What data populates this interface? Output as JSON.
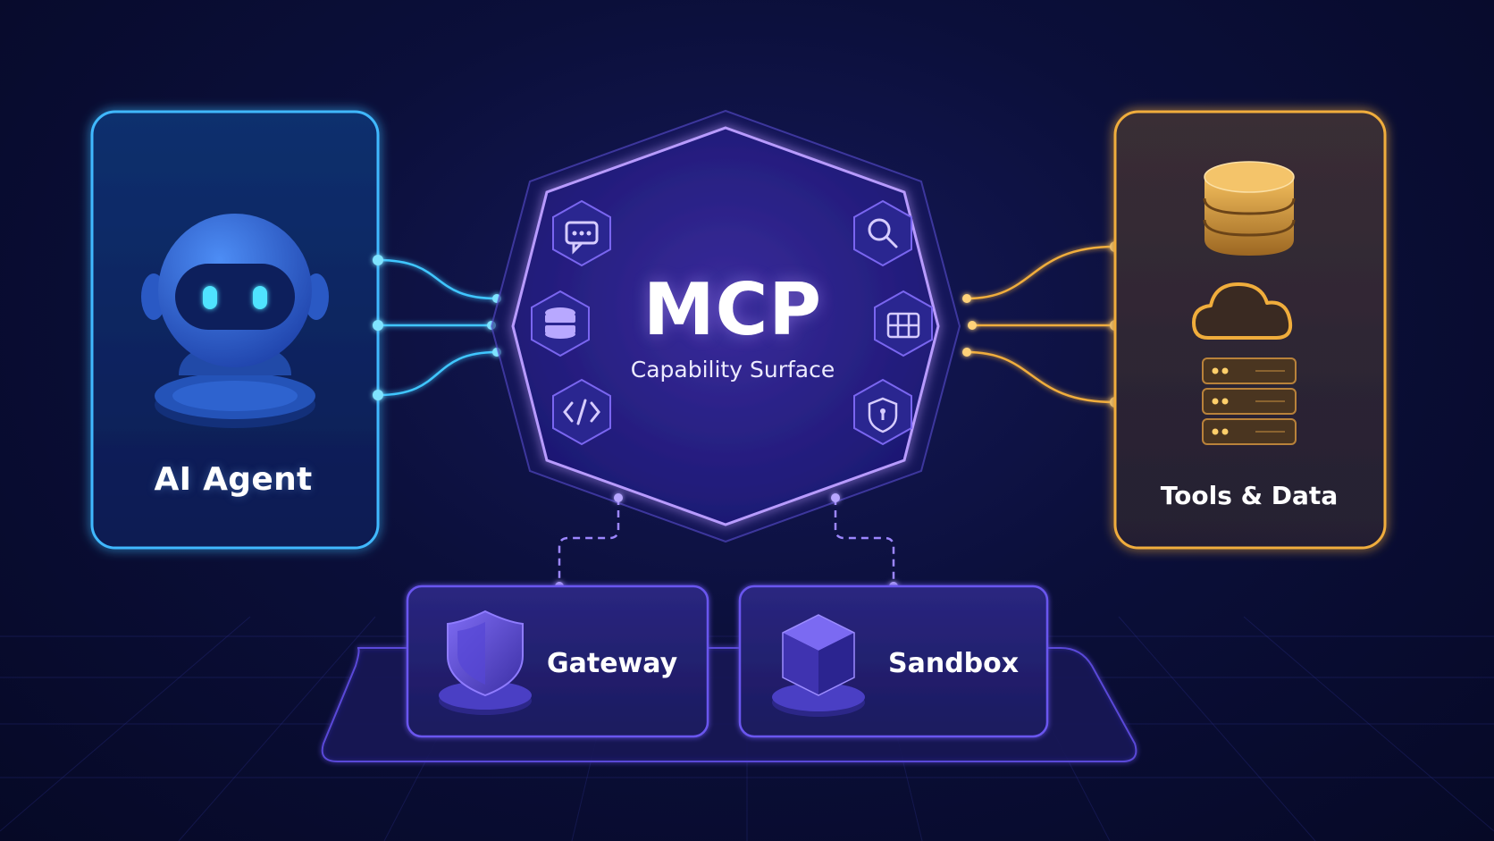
{
  "nodes": {
    "agent": {
      "label": "AI Agent"
    },
    "mcp": {
      "title": "MCP",
      "subtitle": "Capability Surface"
    },
    "tools": {
      "label": "Tools & Data"
    },
    "gateway": {
      "label": "Gateway"
    },
    "sandbox": {
      "label": "Sandbox"
    }
  },
  "mcp_icons": [
    "chat-icon",
    "database-icon",
    "code-icon",
    "search-icon",
    "table-icon",
    "shield-lock-icon"
  ],
  "tools_icons": [
    "database-stack-icon",
    "cloud-icon",
    "server-rack-icon"
  ],
  "colors": {
    "agent": "#3fb8ff",
    "mcp": "#9f7bff",
    "tools": "#f0ad3c",
    "platform": "#5a48d8"
  }
}
